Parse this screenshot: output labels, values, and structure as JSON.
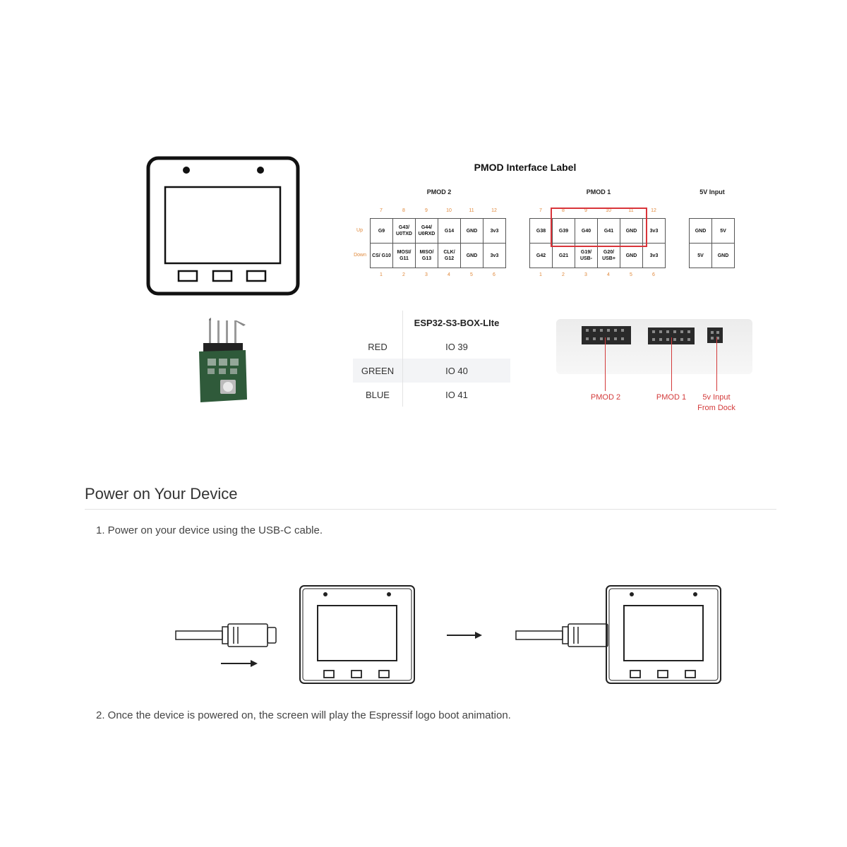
{
  "pmod": {
    "title": "PMOD Interface Label",
    "groups": [
      {
        "name": "PMOD 2",
        "top_pins": [
          "7",
          "8",
          "9",
          "10",
          "11",
          "12"
        ],
        "bottom_pins": [
          "1",
          "2",
          "3",
          "4",
          "5",
          "6"
        ],
        "up": [
          "G9",
          "G43/ U0TXD",
          "G44/ U0RXD",
          "G14",
          "GND",
          "3v3"
        ],
        "down": [
          "CS/ G10",
          "MOSI/ G11",
          "MISO/ G13",
          "CLK/ G12",
          "GND",
          "3v3"
        ]
      },
      {
        "name": "PMOD 1",
        "top_pins": [
          "7",
          "8",
          "9",
          "10",
          "11",
          "12"
        ],
        "bottom_pins": [
          "1",
          "2",
          "3",
          "4",
          "5",
          "6"
        ],
        "up": [
          "G38",
          "G39",
          "G40",
          "G41",
          "GND",
          "3v3"
        ],
        "down": [
          "G42",
          "G21",
          "G19/ USB-",
          "G20/ USB+",
          "GND",
          "3v3"
        ]
      },
      {
        "name": "5V Input",
        "up": [
          "GND",
          "5V"
        ],
        "down": [
          "5V",
          "GND"
        ]
      }
    ],
    "row_labels": {
      "up": "Up",
      "down": "Down"
    },
    "highlight_color": "#d9343a",
    "pin_color": "#e0883a"
  },
  "led_table": {
    "header": [
      "",
      "ESP32-S3-BOX-LIte"
    ],
    "rows": [
      [
        "RED",
        "IO 39"
      ],
      [
        "GREEN",
        "IO 40"
      ],
      [
        "BLUE",
        "IO 41"
      ]
    ]
  },
  "dock": {
    "labels": [
      "PMOD 2",
      "PMOD 1",
      "5v Input",
      "From Dock"
    ],
    "label_color": "#d33a3a"
  },
  "section": {
    "title": "Power on Your Device",
    "steps": [
      "1. Power on your device using the USB-C cable.",
      "2. Once the device is powered on, the screen will play the Espressif logo boot animation."
    ]
  }
}
